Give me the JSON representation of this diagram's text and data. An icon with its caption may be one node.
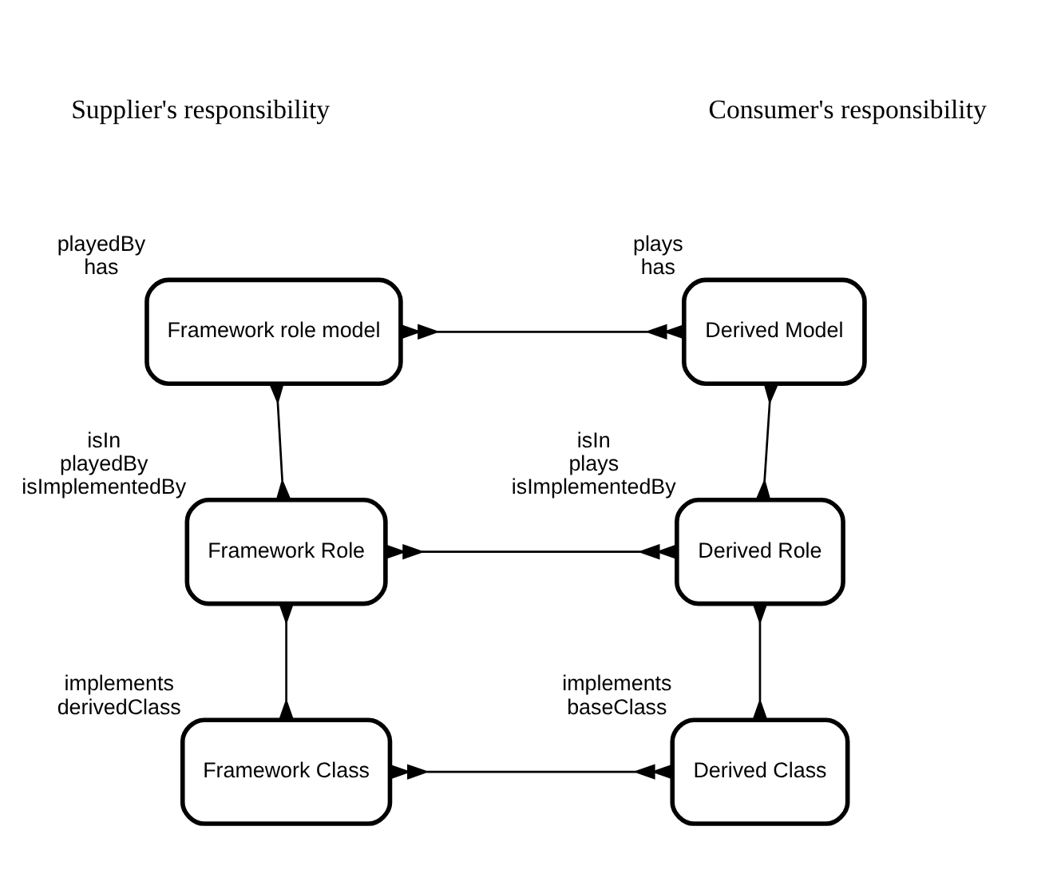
{
  "diagram": {
    "nodes": [
      {
        "text": [
          "Framework role model"
        ],
        "beside": [
          "playedBy",
          "has"
        ]
      },
      {
        "text": [
          "Derived Model"
        ],
        "beside": [
          "plays",
          "has"
        ]
      },
      {
        "text": [
          "Framework Role"
        ],
        "beside": [
          "isIn",
          "playedBy",
          "isImplementedBy"
        ]
      },
      {
        "text": [
          "Derived Role"
        ],
        "beside": [
          "isIn",
          "plays",
          "isImplementedBy"
        ]
      },
      {
        "text": [
          "Framework Class"
        ],
        "beside": [
          "implements",
          "derivedClass"
        ]
      },
      {
        "text": [
          "Derived Class"
        ],
        "beside": [
          "implements",
          "baseClass"
        ]
      }
    ],
    "edges": [
      {
        "from": 0,
        "to": 1,
        "arrow": "other"
      },
      {
        "from": 0,
        "to": 2,
        "arrow": "other"
      },
      {
        "from": 1,
        "to": 3,
        "arrow": "other"
      },
      {
        "from": 2,
        "to": 3,
        "arrow": "other"
      },
      {
        "from": 2,
        "to": 4,
        "arrow": "other"
      },
      {
        "from": 3,
        "to": 5,
        "arrow": "other"
      },
      {
        "from": 4,
        "to": 5,
        "arrow": "other"
      }
    ],
    "labels": [
      "Supplier's responsibility",
      "Consumer's responsibility"
    ]
  }
}
